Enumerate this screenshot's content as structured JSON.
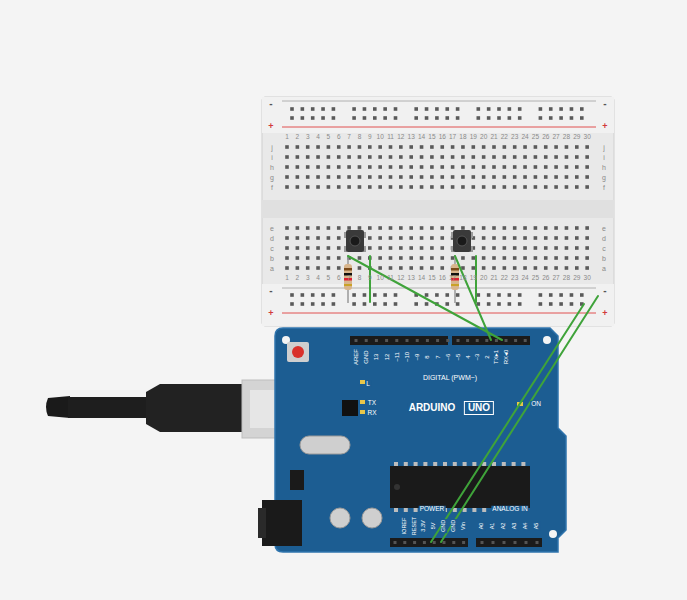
{
  "diagram": {
    "labels": [
      "1",
      "2",
      "3",
      "4",
      "5",
      "6",
      "7",
      "8",
      "9",
      "10",
      "11",
      "12",
      "13",
      "14",
      "15",
      "16",
      "17",
      "18",
      "19",
      "20",
      "21",
      "22",
      "23",
      "24",
      "25",
      "26",
      "27",
      "28",
      "29",
      "30",
      "1",
      "2",
      "3",
      "4",
      "5",
      "6",
      "7",
      "8",
      "9",
      "10",
      "11",
      "12",
      "13",
      "14",
      "15",
      "16",
      "17",
      "18",
      "19",
      "20",
      "21",
      "22",
      "23",
      "24",
      "25",
      "26",
      "27",
      "28",
      "29",
      "30",
      "j",
      "i",
      "h",
      "g",
      "f",
      "e",
      "d",
      "c",
      "b",
      "a",
      "j",
      "i",
      "h",
      "g",
      "f",
      "e",
      "d",
      "c",
      "b",
      "a",
      "-",
      "-",
      "+",
      "+",
      "-",
      "-",
      "+",
      "+",
      "AREF",
      "GND",
      "13",
      "12",
      "~11",
      "~10",
      "~9",
      "8",
      "7",
      "~6",
      "~5",
      "4",
      "~3",
      "2",
      "TX▸1",
      "RX◂0",
      "DIGITAL (PWM~)",
      "L",
      "TX",
      "RX",
      "ARDUINO",
      "UNO",
      "ON",
      "IOREF",
      "RESET",
      "3.3V",
      "5V",
      "GND",
      "GND",
      "Vin",
      "POWER",
      "ANALOG IN",
      "A0",
      "A1",
      "A2",
      "A3",
      "A4",
      "A5"
    ]
  }
}
